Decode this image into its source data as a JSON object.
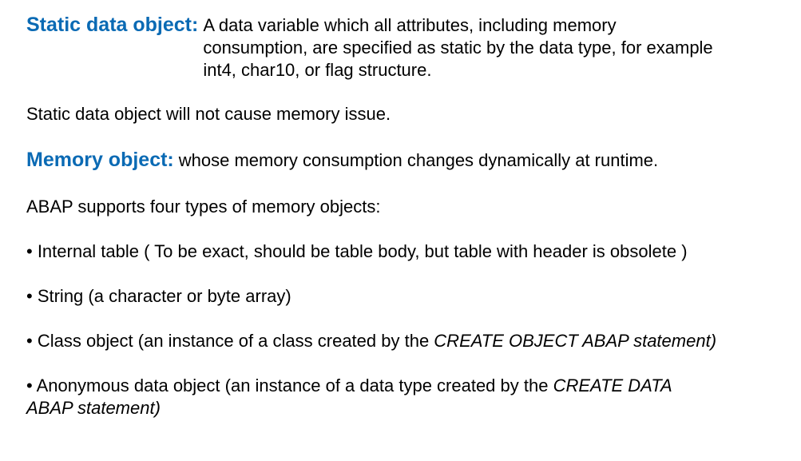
{
  "static_def": {
    "term": "Static data object:",
    "lines": [
      "A data variable which all attributes, including memory",
      "consumption,  are specified as static by the data type, for example",
      "int4, char10, or flag structure."
    ]
  },
  "static_note": "Static data object will not cause memory issue.",
  "memory_def": {
    "term": "Memory object:",
    "text": "whose memory consumption changes dynamically at runtime."
  },
  "abap_intro": "ABAP supports four types of memory objects:",
  "bullets": {
    "internal_table": "• Internal table ( To be exact, should be table body, but table with header is obsolete )",
    "string": "• String (a character or byte array)",
    "class_object": {
      "prefix": "• Class object (an instance of a class created by the ",
      "emphasis": "CREATE OBJECT ABAP statement)"
    },
    "anonymous": {
      "prefix": "• Anonymous data object (an instance of a data type created by the ",
      "emphasis_line1": "CREATE DATA",
      "emphasis_line2": "ABAP statement)"
    }
  },
  "colors": {
    "term_color": "#0a6ab4",
    "text_color": "#000000",
    "background": "#ffffff"
  }
}
